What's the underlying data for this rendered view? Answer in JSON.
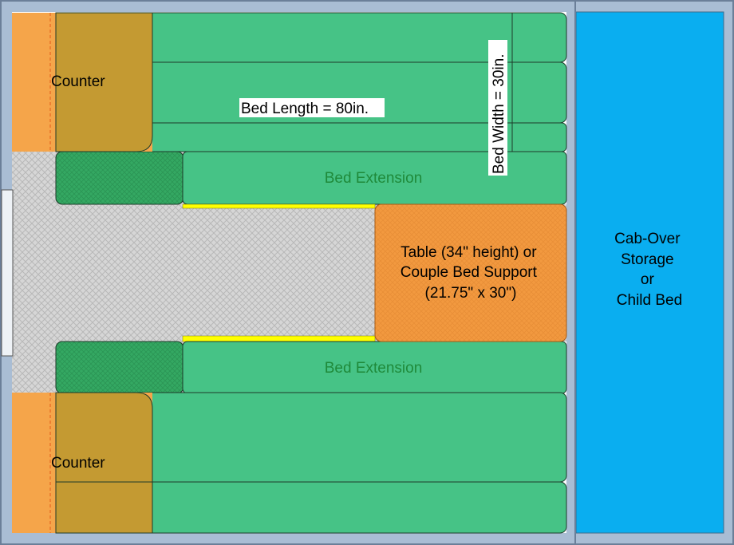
{
  "labels": {
    "counter_top": "Counter",
    "counter_bottom": "Counter",
    "bed_length": "Bed Length = 80in.",
    "bed_width": "Bed Width = 30in.",
    "bed_extension_top": "Bed Extension",
    "bed_extension_bottom": "Bed Extension",
    "table": [
      "Table (34\" height) or",
      "Couple Bed Support",
      "(21.75\" x 30\")"
    ],
    "cab_over": [
      "Cab-Over",
      "Storage",
      "or",
      "Child Bed"
    ]
  },
  "colors": {
    "frame": "#a9bdd4",
    "floor": "#d4d4d4",
    "cushion": "#46c386",
    "cushion_dark": "#2fa05c",
    "counter": "#f5a54a",
    "counter_overlap": "#c49a32",
    "table": "#f0973f",
    "cab_over": "#0aaef0",
    "rail": "#ffff00"
  }
}
